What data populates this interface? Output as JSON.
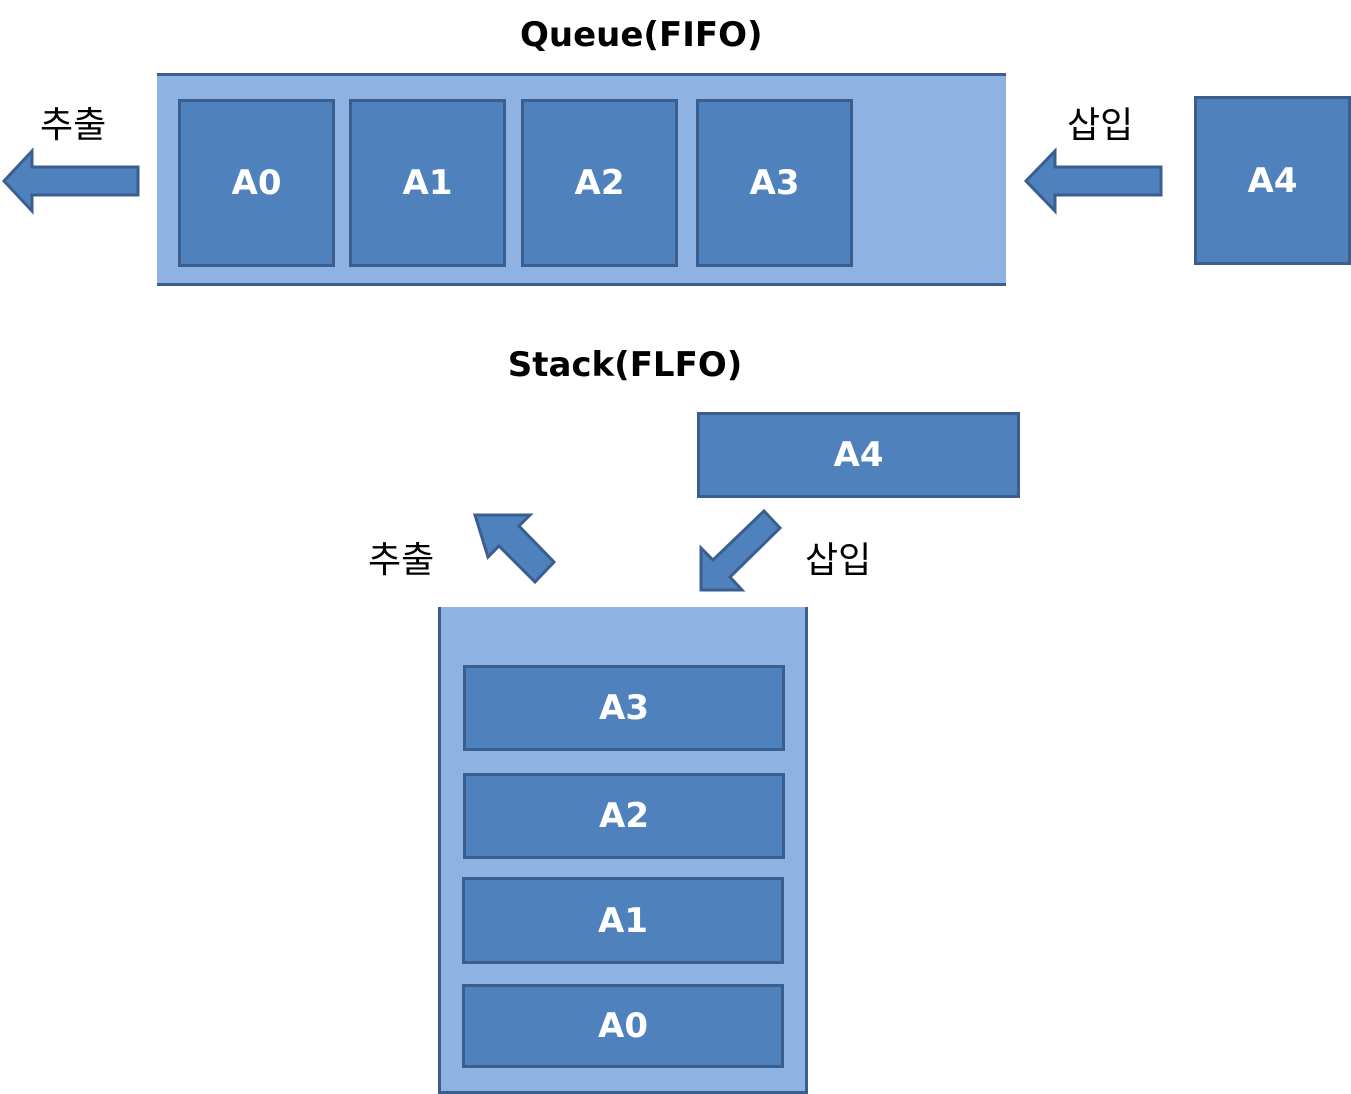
{
  "colors": {
    "container_fill": "#8eb2e1",
    "container_border": "#3a5f8e",
    "cell_fill": "#4f81bd",
    "cell_border": "#3a5f8e",
    "cell_text": "#ffffff",
    "arrow_fill": "#4f81bd",
    "arrow_stroke": "#3a5f8e"
  },
  "queue": {
    "title": "Queue(FIFO)",
    "dequeue_label": "추출",
    "enqueue_label": "삽입",
    "items": [
      "A0",
      "A1",
      "A2",
      "A3"
    ],
    "incoming": "A4"
  },
  "stack": {
    "title": "Stack(FLFO)",
    "pop_label": "추출",
    "push_label": "삽입",
    "incoming": "A4",
    "items_top_to_bottom": [
      "A3",
      "A2",
      "A1",
      "A0"
    ]
  },
  "icons": {
    "queue_out_arrow": "arrow-left-icon",
    "queue_in_arrow": "arrow-left-icon",
    "stack_pop_arrow": "arrow-up-left-icon",
    "stack_push_arrow": "arrow-down-left-icon"
  }
}
